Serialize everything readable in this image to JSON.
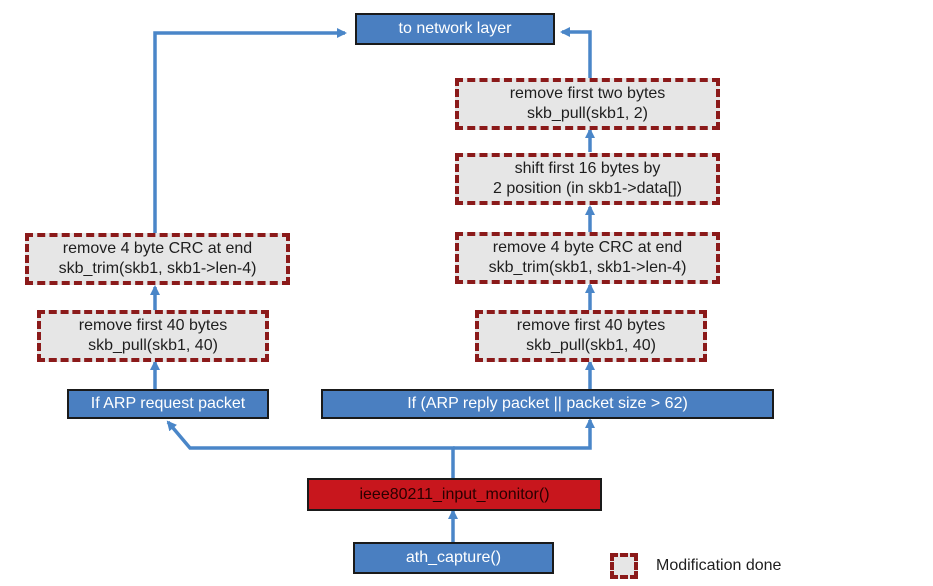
{
  "nodes": {
    "network_layer": "to network layer",
    "right_remove2": {
      "line1": "remove first two bytes",
      "line2": "skb_pull(skb1, 2)"
    },
    "right_shift": {
      "line1": "shift first 16 bytes by",
      "line2": "2 position (in skb1->data[])"
    },
    "right_crc": {
      "line1": "remove 4 byte CRC at end",
      "line2": "skb_trim(skb1, skb1->len-4)"
    },
    "right_remove40": {
      "line1": "remove first 40 bytes",
      "line2": "skb_pull(skb1, 40)"
    },
    "left_crc": {
      "line1": "remove 4 byte CRC at end",
      "line2": "skb_trim(skb1, skb1->len-4)"
    },
    "left_remove40": {
      "line1": "remove first 40 bytes",
      "line2": "skb_pull(skb1, 40)"
    },
    "arp_request": "If ARP request packet",
    "arp_reply": "If (ARP reply packet || packet size > 62)",
    "input_monitor": "ieee80211_input_monitor()",
    "ath_capture": "ath_capture()"
  },
  "legend": {
    "label": "Modification done"
  },
  "colors": {
    "blue": "#4a7fc1",
    "red": "#c8161d",
    "dashed": "#8b1a1a",
    "arrow": "#4a86c8"
  }
}
